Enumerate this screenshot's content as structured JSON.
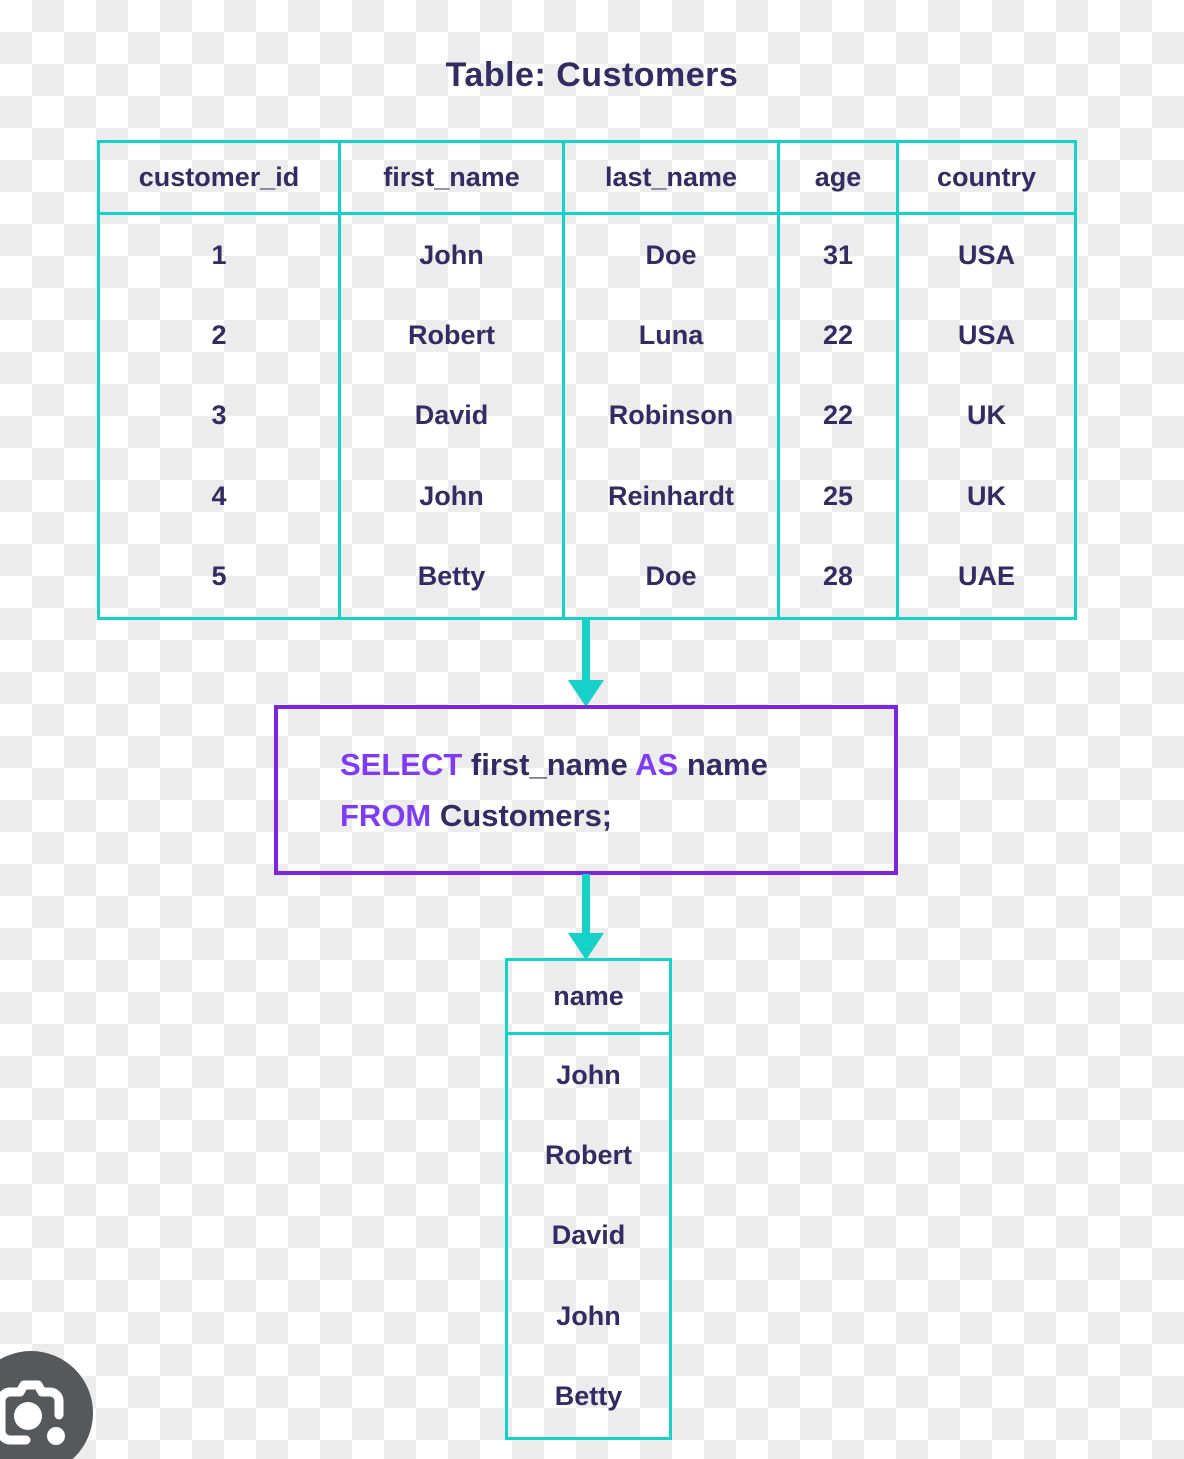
{
  "title": "Table: Customers",
  "colors": {
    "teal": "#15d1c7",
    "purple-border": "#7a25e2",
    "kw": "#7e3bf2",
    "ink": "#332c62",
    "checker": "#ececec",
    "camera-bg": "#56595b"
  },
  "customers_table": {
    "columns": [
      {
        "header": "customer_id",
        "values": [
          "1",
          "2",
          "3",
          "4",
          "5"
        ]
      },
      {
        "header": "first_name",
        "values": [
          "John",
          "Robert",
          "David",
          "John",
          "Betty"
        ]
      },
      {
        "header": "last_name",
        "values": [
          "Doe",
          "Luna",
          "Robinson",
          "Reinhardt",
          "Doe"
        ]
      },
      {
        "header": "age",
        "values": [
          "31",
          "22",
          "22",
          "25",
          "28"
        ]
      },
      {
        "header": "country",
        "values": [
          "USA",
          "USA",
          "UK",
          "UK",
          "UAE"
        ]
      }
    ]
  },
  "query": {
    "select_kw": "SELECT",
    "select_col": " first_name ",
    "as_kw": "AS",
    "alias": " name",
    "from_kw": "FROM",
    "from_table": " Customers;"
  },
  "result_table": {
    "header": "name",
    "values": [
      "John",
      "Robert",
      "David",
      "John",
      "Betty"
    ]
  },
  "icons": {
    "camera": "camera-icon"
  }
}
